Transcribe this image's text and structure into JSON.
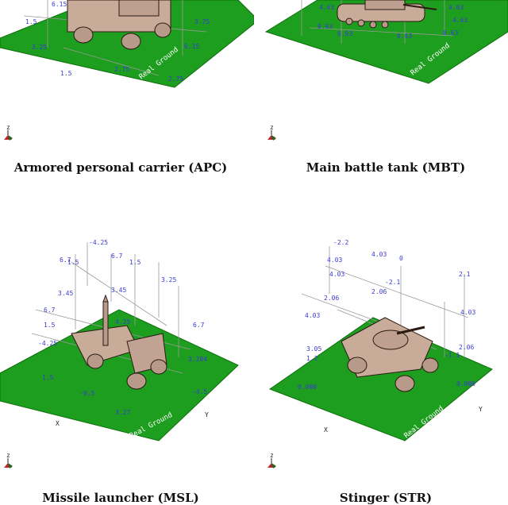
{
  "panels": [
    {
      "caption": "Armored personal carrier (APC)",
      "ground_label": "Real Ground",
      "ticks": [
        "6.15",
        "1.5",
        "3.25",
        "3.75",
        "6.15",
        "1.5",
        "2.75",
        "2.75"
      ]
    },
    {
      "caption": "Main battle tank (MBT)",
      "ground_label": "Real Ground",
      "ticks": [
        "4.63",
        "4.63",
        "0.63",
        "0.63",
        "0.63",
        "0.63",
        "4.63"
      ]
    },
    {
      "caption": "Missile launcher (MSL)",
      "ground_label": "Real Ground",
      "ticks": [
        "-4.25",
        "6.7",
        "1.5",
        "6.7",
        "1.5",
        "3.25",
        "6.7",
        "3.45",
        "3.45",
        "6.7",
        "4.25",
        "1.5",
        "-4.25",
        "1.5",
        "3.204",
        "-0.5",
        "-4.5",
        "3.27",
        "X",
        "Y"
      ]
    },
    {
      "caption": "Stinger (STR)",
      "ground_label": "Real Ground",
      "ticks": [
        "-2.2",
        "4.03",
        "4.03",
        "0",
        "2.1",
        "2.06",
        "2.06",
        "4.03",
        "4.03",
        "-2.1",
        "4.03",
        "3.05",
        "1.2",
        "0.000",
        "-1.1",
        "0.000",
        "2.06",
        "X",
        "Y"
      ]
    }
  ],
  "axis_indicator": {
    "label": "z"
  },
  "colors": {
    "ground": "#1e9e1e",
    "ground_edge": "#0c6e0c",
    "vehicle": "#c9ab9a",
    "mesh": "#2a1a12",
    "grid": "#9a9a9a",
    "tick": "#3a3ad6"
  }
}
